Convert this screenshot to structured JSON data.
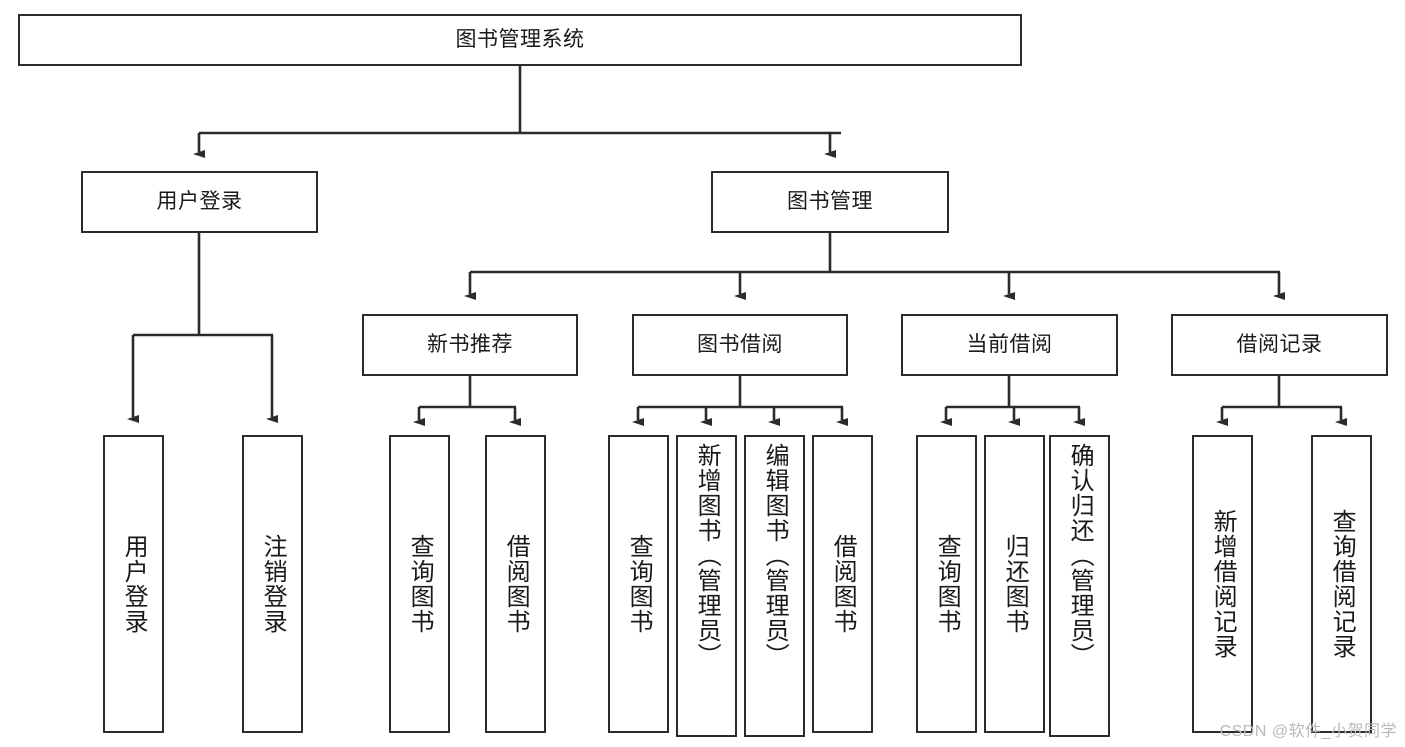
{
  "diagram": {
    "title": "图书管理系统",
    "type": "hierarchy-tree",
    "watermark": "CSDN @软件_小贺同学",
    "colors": {
      "stroke": "#2b2b2b",
      "fill": "#ffffff",
      "text": "#1a1a1a",
      "watermark": "#b9b9b9"
    },
    "nodes": [
      {
        "id": "root",
        "label": "图书管理系统",
        "level": 0,
        "orientation": "horizontal"
      },
      {
        "id": "user-login",
        "label": "用户登录",
        "level": 1,
        "orientation": "horizontal"
      },
      {
        "id": "book-manage",
        "label": "图书管理",
        "level": 1,
        "orientation": "horizontal"
      },
      {
        "id": "new-book-rec",
        "label": "新书推荐",
        "level": 2,
        "orientation": "horizontal"
      },
      {
        "id": "book-borrow",
        "label": "图书借阅",
        "level": 2,
        "orientation": "horizontal"
      },
      {
        "id": "current-borrow",
        "label": "当前借阅",
        "level": 2,
        "orientation": "horizontal"
      },
      {
        "id": "borrow-record",
        "label": "借阅记录",
        "level": 2,
        "orientation": "horizontal"
      },
      {
        "id": "leaf-user-login",
        "label": "用户登录",
        "level": 3,
        "orientation": "vertical",
        "parent": "user-login"
      },
      {
        "id": "leaf-logout",
        "label": "注销登录",
        "level": 3,
        "orientation": "vertical",
        "parent": "user-login"
      },
      {
        "id": "leaf-query-1",
        "label": "查询图书",
        "level": 3,
        "orientation": "vertical",
        "parent": "new-book-rec"
      },
      {
        "id": "leaf-borrow-1",
        "label": "借阅图书",
        "level": 3,
        "orientation": "vertical",
        "parent": "new-book-rec"
      },
      {
        "id": "leaf-query-2",
        "label": "查询图书",
        "level": 3,
        "orientation": "vertical",
        "parent": "book-borrow"
      },
      {
        "id": "leaf-add-book",
        "label": "新增图书（管理员）",
        "level": 3,
        "orientation": "vertical",
        "parent": "book-borrow"
      },
      {
        "id": "leaf-edit-book",
        "label": "编辑图书（管理员）",
        "level": 3,
        "orientation": "vertical",
        "parent": "book-borrow"
      },
      {
        "id": "leaf-borrow-2",
        "label": "借阅图书",
        "level": 3,
        "orientation": "vertical",
        "parent": "book-borrow"
      },
      {
        "id": "leaf-query-3",
        "label": "查询图书",
        "level": 3,
        "orientation": "vertical",
        "parent": "current-borrow"
      },
      {
        "id": "leaf-return",
        "label": "归还图书",
        "level": 3,
        "orientation": "vertical",
        "parent": "current-borrow"
      },
      {
        "id": "leaf-confirm",
        "label": "确认归还（管理员）",
        "level": 3,
        "orientation": "vertical",
        "parent": "current-borrow"
      },
      {
        "id": "leaf-add-rec",
        "label": "新增借阅记录",
        "level": 3,
        "orientation": "vertical",
        "parent": "borrow-record"
      },
      {
        "id": "leaf-query-rec",
        "label": "查询借阅记录",
        "level": 3,
        "orientation": "vertical",
        "parent": "borrow-record"
      }
    ]
  }
}
